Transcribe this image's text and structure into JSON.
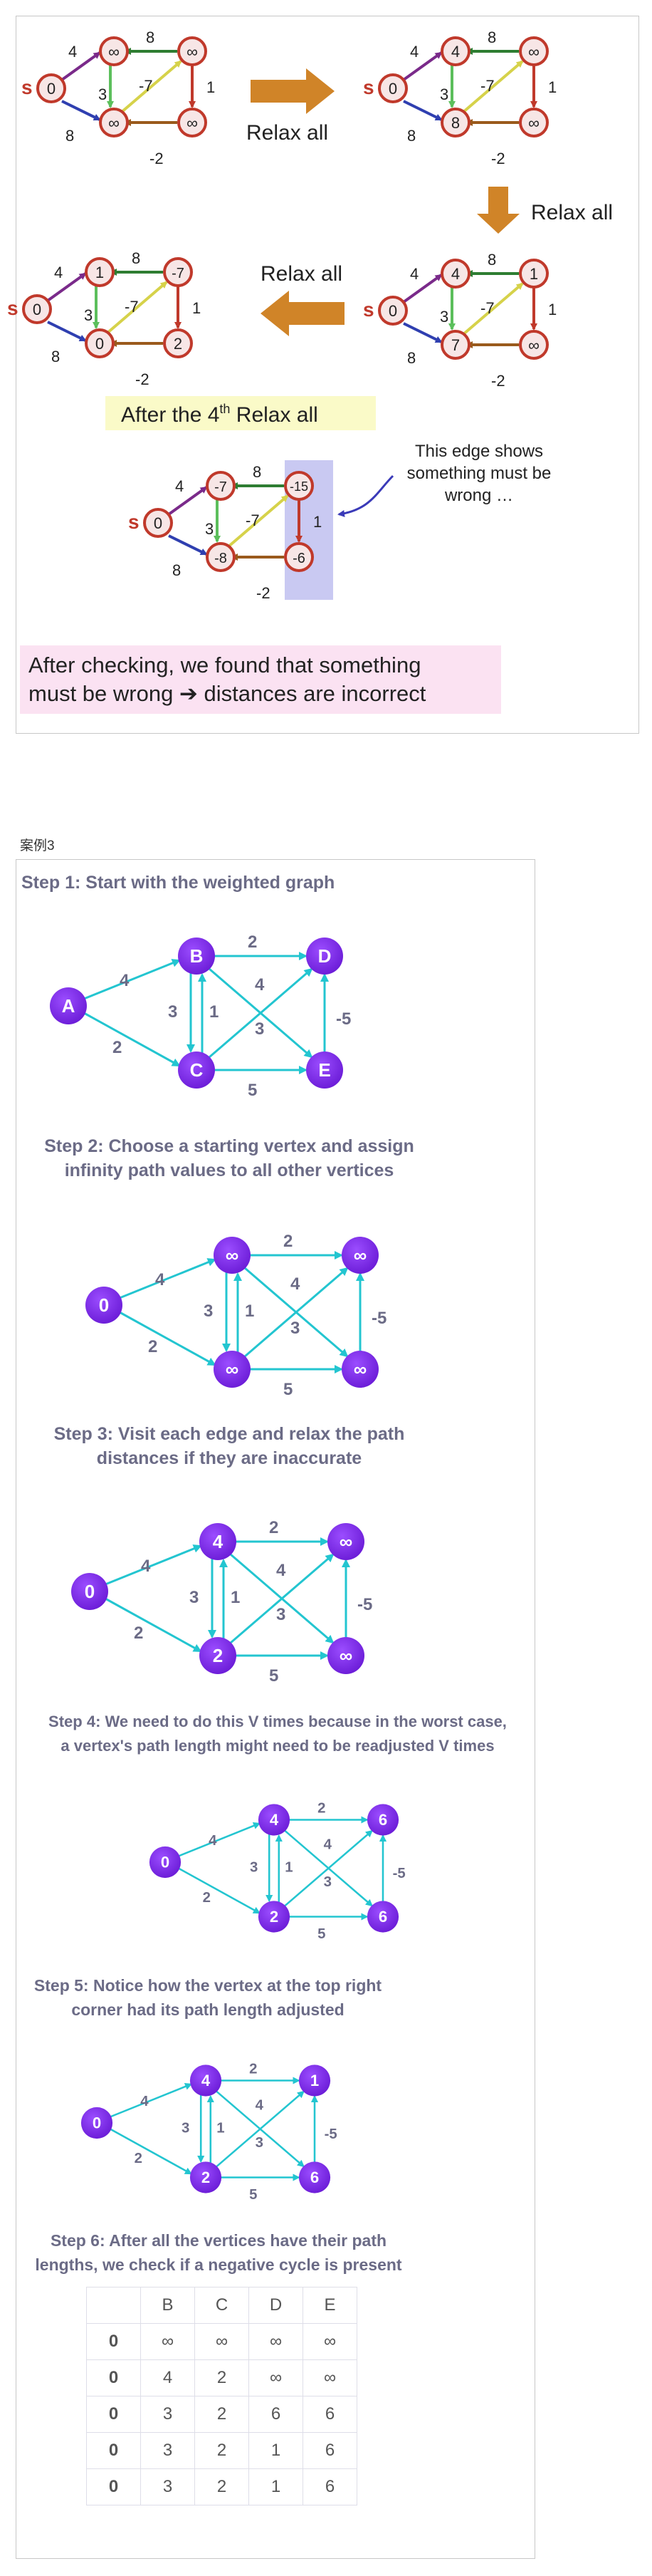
{
  "case_label": "案例3",
  "part1": {
    "source_label": "s",
    "relax_all": "Relax all",
    "after_label_prefix": "After the 4",
    "after_label_sup": "th",
    "after_label_suffix": " Relax all",
    "edge_note": "This edge shows something must be wrong …",
    "conclusion_line1": "After checking, we found that something",
    "conclusion_line2": "must be wrong ➔ distances are incorrect",
    "edge_weights": {
      "s_a": "4",
      "s_c": "8",
      "a_c": "3",
      "b_a": "8",
      "b_d": "1",
      "d_c": "-2",
      "c_b": "-7"
    },
    "graph1": {
      "s": "0",
      "a": "∞",
      "b": "∞",
      "c": "∞",
      "d": "∞"
    },
    "graph2": {
      "s": "0",
      "a": "4",
      "b": "∞",
      "c": "8",
      "d": "∞"
    },
    "graph3": {
      "s": "0",
      "a": "4",
      "b": "1",
      "c": "7",
      "d": "∞"
    },
    "graph4": {
      "s": "0",
      "a": "1",
      "b": "-7",
      "c": "0",
      "d": "2"
    },
    "graph5": {
      "s": "0",
      "a": "-7",
      "b": "-15",
      "c": "-8",
      "d": "-6"
    }
  },
  "part2": {
    "step1": "Step 1: Start with the weighted graph",
    "step2_line1": "Step 2: Choose a starting vertex and assign",
    "step2_line2": "infinity path values to all other vertices",
    "step3_line1": "Step 3: Visit each edge and relax the path",
    "step3_line2": "distances if they are inaccurate",
    "step4_line1": "Step 4: We need to do this V times because in the worst case,",
    "step4_line2": "a vertex's path length might need to be readjusted V times",
    "step5_line1": "Step 5: Notice how the vertex at the top right",
    "step5_line2": "corner had its path length adjusted",
    "step6_line1": "Step 6: After all the vertices have their path",
    "step6_line2": "lengths, we check if a negative cycle is present",
    "edge_weights": {
      "ab": "4",
      "ac": "2",
      "bd": "2",
      "be": "3",
      "cb": "1",
      "bc": "3",
      "cd": "4",
      "ce": "5",
      "ed": "-5"
    },
    "graph1": {
      "a": "A",
      "b": "B",
      "c": "C",
      "d": "D",
      "e": "E"
    },
    "graph2": {
      "a": "0",
      "b": "∞",
      "c": "∞",
      "d": "∞",
      "e": "∞"
    },
    "graph3": {
      "a": "0",
      "b": "4",
      "c": "2",
      "d": "∞",
      "e": "∞"
    },
    "graph4": {
      "a": "0",
      "b": "4",
      "c": "2",
      "d": "6",
      "e": "6"
    },
    "graph5": {
      "a": "0",
      "b": "4",
      "c": "2",
      "d": "1",
      "e": "6"
    },
    "table": {
      "headers": [
        "",
        "B",
        "C",
        "D",
        "E"
      ],
      "rows": [
        [
          "0",
          "∞",
          "∞",
          "∞",
          "∞"
        ],
        [
          "0",
          "4",
          "2",
          "∞",
          "∞"
        ],
        [
          "0",
          "3",
          "2",
          "6",
          "6"
        ],
        [
          "0",
          "3",
          "2",
          "1",
          "6"
        ],
        [
          "0",
          "3",
          "2",
          "1",
          "6"
        ]
      ]
    }
  }
}
